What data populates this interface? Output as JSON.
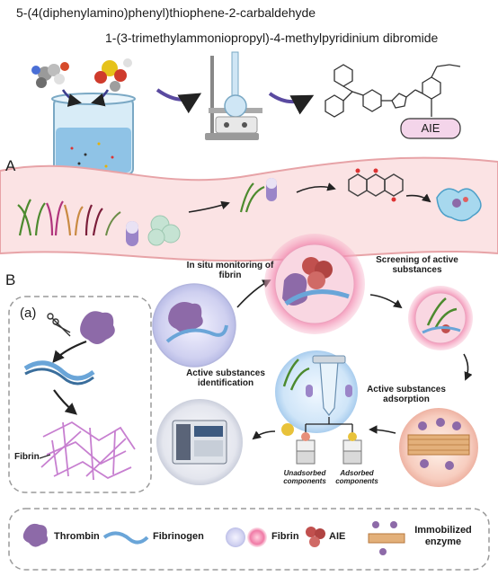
{
  "reactant_1": "5-(4(diphenylamino)phenyl)thiophene-2-carbaldehyde",
  "reactant_2": "1-(3-trimethylammoniopropyl)-4-methylpyridinium dibromide",
  "aie_box": "AIE",
  "panel_a": "A",
  "panel_b": "B",
  "subpanel_a": "(a)",
  "fibrin_label": "Fibrin",
  "steps": {
    "in_situ": "In situ monitoring of fibrin",
    "screening": "Screening of active substances",
    "adsorption": "Active substances adsorption",
    "identification": "Active substances identification"
  },
  "unadsorbed": "Unadsorbed components",
  "adsorbed": "Adsorbed components",
  "legend": {
    "thrombin": "Thrombin",
    "fibrinogen": "Fibrinogen",
    "fibrin": "Fibrin",
    "aie": "AIE",
    "enzyme": "Immobilized enzyme"
  },
  "colors": {
    "vessel_fill": "#fbe3e4",
    "vessel_border": "#e7a3a7",
    "thrombin": "#8d6aa8",
    "fibrin": "#c77fd0",
    "aie": "#c1504e",
    "arrow": "#5a4aa0"
  }
}
